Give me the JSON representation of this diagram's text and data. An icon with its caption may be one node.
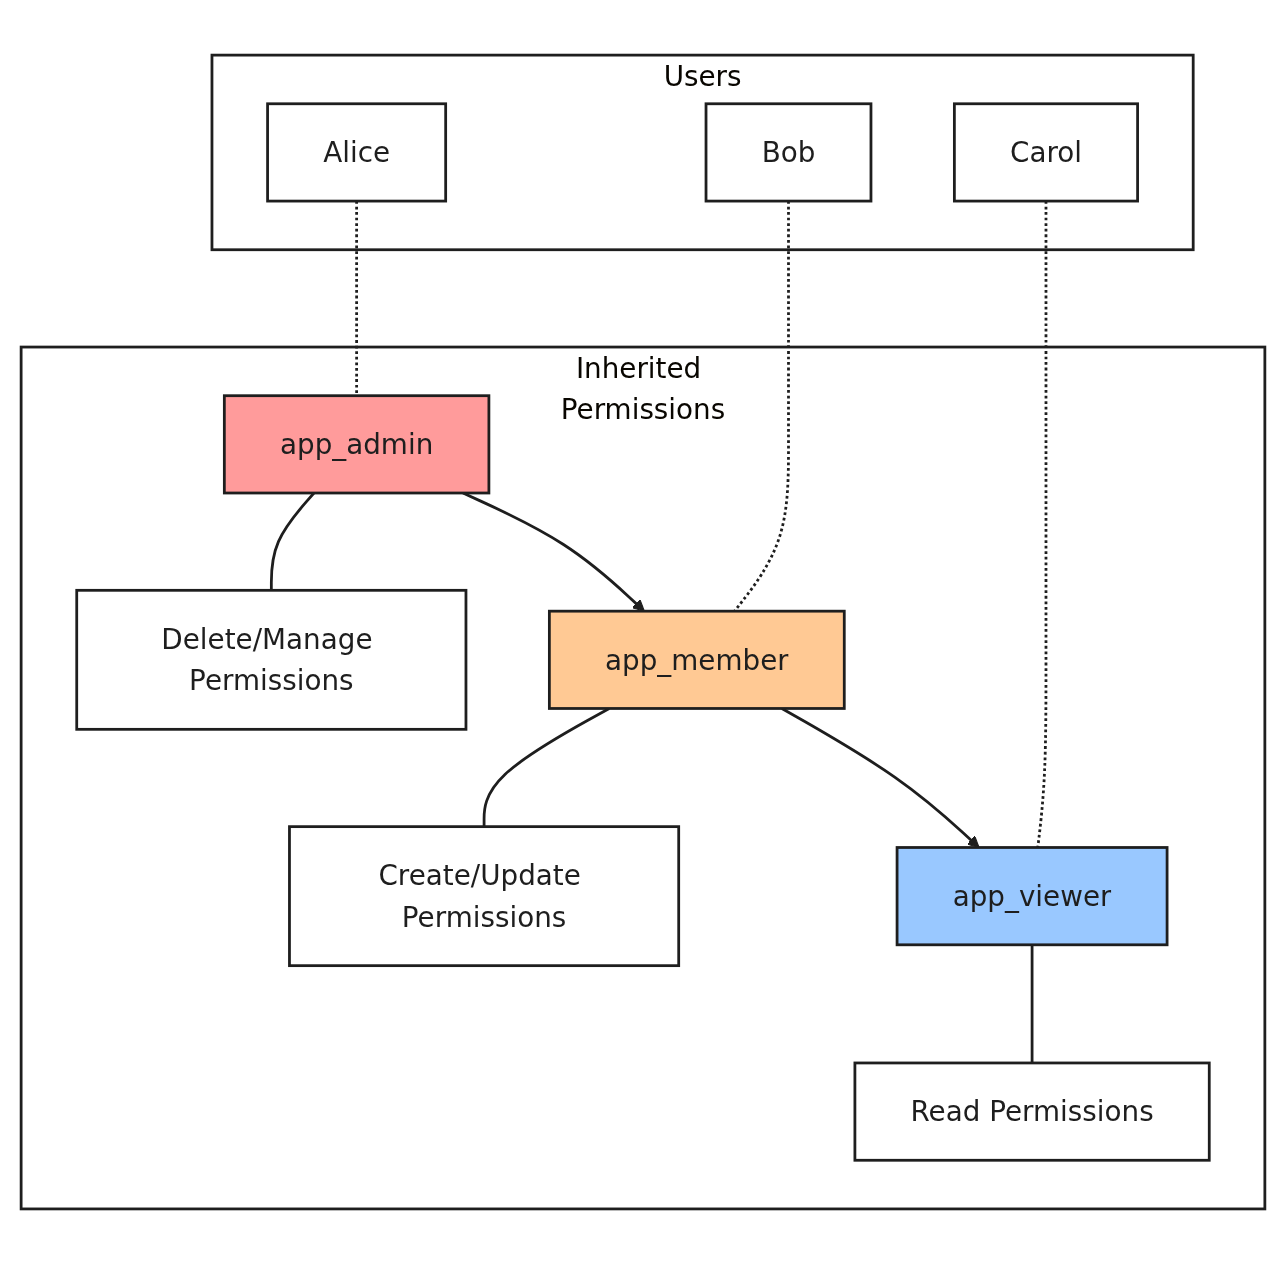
{
  "diagram": {
    "nodes": [
      {
        "text": [
          "Users"
        ]
      },
      {
        "text": [
          "Alice"
        ],
        "in": 0
      },
      {
        "text": [
          "Bob"
        ],
        "in": 0
      },
      {
        "text": [
          "Carol"
        ],
        "in": 0
      },
      {
        "text": [
          "Inherited Permissions"
        ]
      },
      {
        "text": [
          "app_admin"
        ],
        "in": 4
      },
      {
        "text": [
          "Delete/Manage Permissions"
        ],
        "in": 4
      },
      {
        "text": [
          "app_member"
        ],
        "in": 4
      },
      {
        "text": [
          "Create/Update Permissions"
        ],
        "in": 4
      },
      {
        "text": [
          "app_viewer"
        ],
        "in": 4
      },
      {
        "text": [
          "Read Permissions"
        ],
        "in": 4
      }
    ],
    "edges": [
      {
        "from": 1,
        "to": 5,
        "arrow": "none",
        "style": "dashed"
      },
      {
        "from": 5,
        "to": 6,
        "arrow": "none"
      },
      {
        "from": 5,
        "to": 7,
        "arrow": "to"
      },
      {
        "from": 2,
        "to": 7,
        "arrow": "none",
        "style": "dashed"
      },
      {
        "from": 3,
        "to": 9,
        "arrow": "none",
        "style": "dashed"
      },
      {
        "from": 7,
        "to": 8,
        "arrow": "none"
      },
      {
        "from": 7,
        "to": 9,
        "arrow": "to"
      },
      {
        "from": 9,
        "to": 10,
        "arrow": "none"
      }
    ]
  }
}
